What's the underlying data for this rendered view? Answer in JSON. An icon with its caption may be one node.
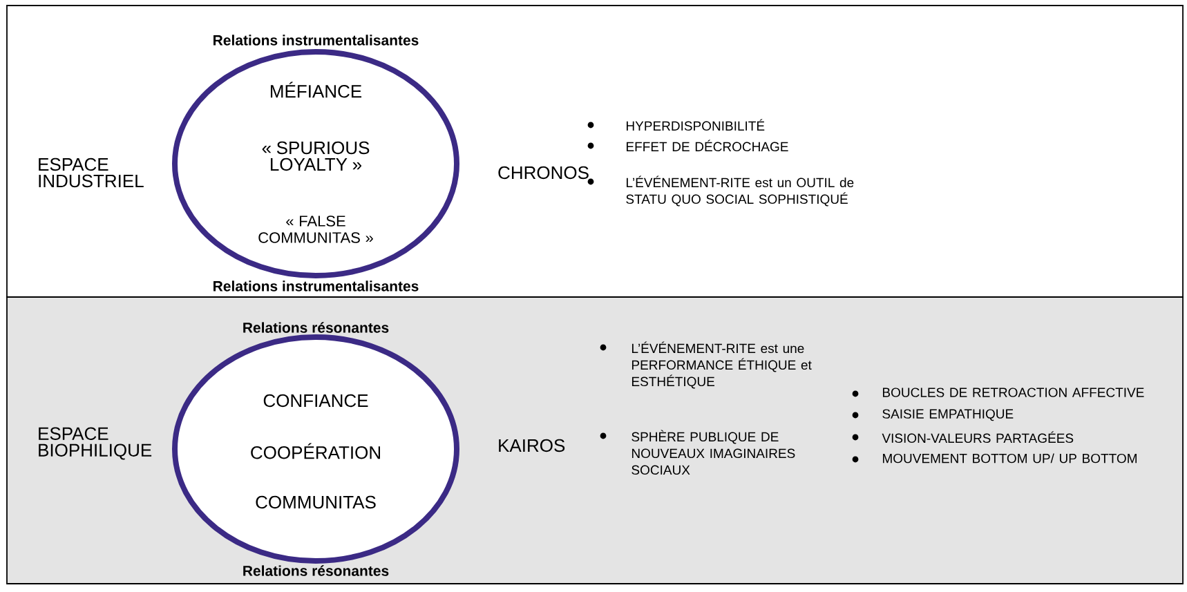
{
  "diagram": {
    "nodes": [
      {
        "text": [
          "ESPACE INDUSTRIEL",
          "CHRONOS"
        ]
      },
      {
        "text": [
          "MÉFIANCE",
          "« SPURIOUS LOYALTY »",
          "« FALSE COMMUNITAS »"
        ],
        "in": 0,
        "beside": [
          "Relations instrumentalisantes",
          "Relations instrumentalisantes"
        ]
      },
      {
        "text": [
          "ESPACE BIOPHILIQUE",
          "KAIROS"
        ]
      },
      {
        "text": [
          "CONFIANCE",
          "COOPÉRATION",
          "COMMUNITAS"
        ],
        "in": 2,
        "beside": [
          "Relations résonantes",
          "Relations résonantes"
        ]
      }
    ],
    "labels": [
      "HYPERDISPONIBILITÉ",
      "EFFET DE DÉCROCHAGE",
      "L’ÉVÉNEMENT-RITE est un OUTIL de STATU QUO SOCIAL SOPHISTIQUÉ",
      "L’ÉVÉNEMENT-RITE est une PERFORMANCE ÉTHIQUE et ESTHÉTIQUE",
      "SPHÈRE PUBLIQUE DE NOUVEAUX IMAGINAIRES SOCIAUX",
      "BOUCLES DE RETROACTION AFFECTIVE",
      "SAISIE EMPATHIQUE",
      "VISION-VALEURS PARTAGÉES",
      "MOUVEMENT BOTTOM UP/ UP BOTTOM"
    ]
  }
}
